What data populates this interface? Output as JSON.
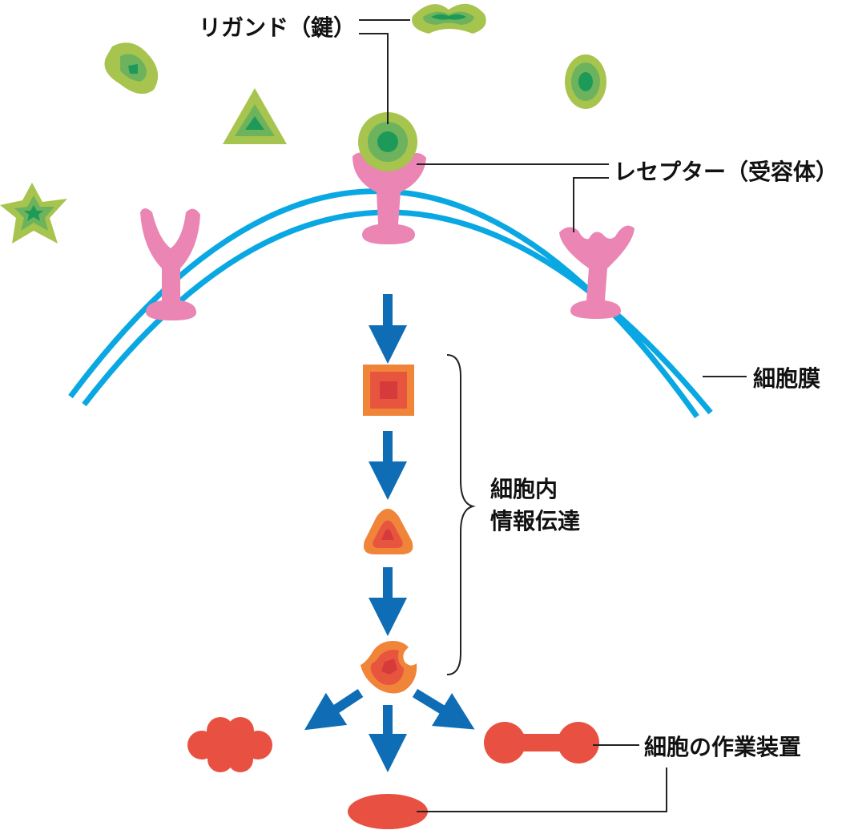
{
  "labels": {
    "ligand": "リガンド（鍵）",
    "receptor": "レセプター（受容体）",
    "membrane": "細胞膜",
    "intracellular_line1": "細胞内",
    "intracellular_line2": "情報伝達",
    "effector": "細胞の作業装置"
  },
  "colors": {
    "membrane": "#0aa8e2",
    "receptor": "#ea85b4",
    "ligand_outer": "#a7c44e",
    "ligand_mid": "#6db35d",
    "ligand_inner": "#1e9a58",
    "signal_outer": "#f0853a",
    "signal_mid": "#e8553f",
    "signal_inner": "#d63a3a",
    "effector": "#e85142",
    "arrow": "#0e6db5",
    "leader_line": "#222222"
  }
}
